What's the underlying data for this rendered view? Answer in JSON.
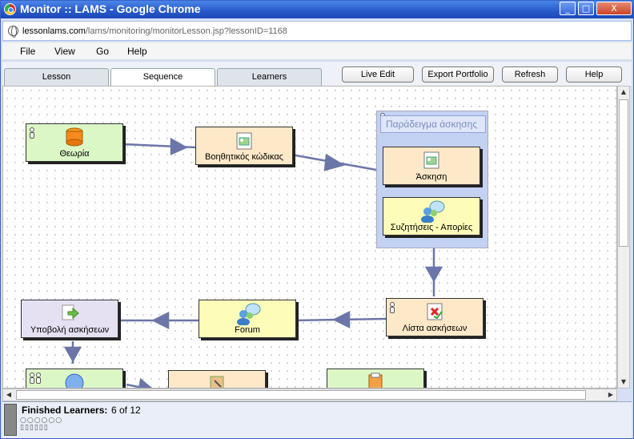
{
  "window": {
    "title": "Monitor :: LAMS - Google Chrome",
    "controls": [
      "_",
      "□",
      "X"
    ]
  },
  "address": {
    "host": "lessonlams.com",
    "path": "/lams/monitoring/monitorLesson.jsp?lessonID=1168"
  },
  "menu": [
    "File",
    "View",
    "Go",
    "Help"
  ],
  "tabs": [
    "Lesson",
    "Sequence",
    "Learners"
  ],
  "toolbar": [
    "Live Edit",
    "Export Portfolio",
    "Refresh",
    "Help"
  ],
  "activities": {
    "theory": "Θεωρία",
    "code_helper": "Βοηθητικός κώδικας",
    "optional_group": "Παράδειγμα άσκησης",
    "exercise": "Άσκηση",
    "discussions": "Συζητήσεις - Απορίες",
    "exercise_list": "Λίστα ασκήσεων",
    "forum": "Forum",
    "submit_exercises": "Υποβολή ασκήσεων"
  },
  "status": {
    "finished_label": "Finished Learners:",
    "finished_value": "6 of 12"
  },
  "colors": {
    "titlebar": "#2758c9",
    "arrow": "#6b76a8",
    "green_activity": "#dbf7c6",
    "peach_activity": "#fde8c8",
    "yellow_activity": "#fdfcb9",
    "optional_group": "#c3d1f3"
  }
}
